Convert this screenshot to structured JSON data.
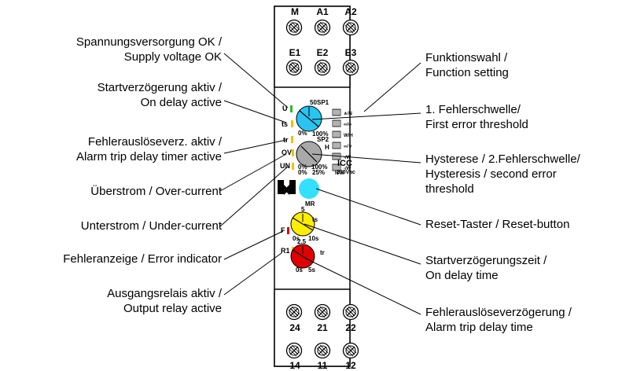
{
  "device": {
    "top_terminals_row1": [
      "M",
      "A1",
      "A2"
    ],
    "top_terminals_row2": [
      "E1",
      "E2",
      "E3"
    ],
    "bottom_terminals_row1": [
      "24",
      "21",
      "22"
    ],
    "bottom_terminals_row2": [
      "14",
      "11",
      "12"
    ],
    "knob_sp1": {
      "label": "SP1",
      "top": "50",
      "min": "0%",
      "max": "100%"
    },
    "knob_sp2": {
      "label": "SP2",
      "sub": "H",
      "min": "0%\n0%",
      "max": "100%\n25%"
    },
    "knob_ts": {
      "label": "ts",
      "top": "5",
      "min": "0s",
      "max": "10s"
    },
    "knob_tr": {
      "label": "tr",
      "top": "2.5",
      "min": "0s",
      "max": "5s"
    },
    "led_labels": {
      "U": "U",
      "ts": "ts",
      "tr": "tr",
      "OV": "OV",
      "UN": "UN",
      "F": "F",
      "R1": "R1"
    },
    "function_rows": [
      "∧/N",
      "∞/∞",
      "W/H",
      "∞/∨",
      "-/W",
      "-/W",
      "N/W"
    ],
    "model": "ICC",
    "voltage": "230Vac",
    "mr_label": "MR"
  },
  "labels_left": [
    {
      "line1": "Spannungsversorgung OK /",
      "line2": "Supply voltage OK"
    },
    {
      "line1": "Startverzögerung aktiv /",
      "line2": "On delay active"
    },
    {
      "line1": "Fehlerauslöseverz. aktiv /",
      "line2": "Alarm trip delay timer active"
    },
    {
      "line1": "Überstrom / Over-current",
      "line2": ""
    },
    {
      "line1": "Unterstrom / Under-current",
      "line2": ""
    },
    {
      "line1": "Fehleranzeige / Error indicator",
      "line2": ""
    },
    {
      "line1": "Ausgangsrelais aktiv /",
      "line2": "Output relay active"
    }
  ],
  "labels_right": [
    {
      "line1": "Funktionswahl /",
      "line2": "Function setting",
      "line3": ""
    },
    {
      "line1": "1. Fehlerschwelle/",
      "line2": "First error threshold",
      "line3": ""
    },
    {
      "line1": "Hysterese / 2.Fehlerschwelle/",
      "line2": "Hysteresis / second error",
      "line3": "threshold"
    },
    {
      "line1": "Reset-Taster / Reset-button",
      "line2": "",
      "line3": ""
    },
    {
      "line1": "Startverzögerungszeit /",
      "line2": "On delay time",
      "line3": ""
    },
    {
      "line1": "Fehlerauslöseverzögerung /",
      "line2": "Alarm trip delay time",
      "line3": ""
    }
  ],
  "colors": {
    "knob_blue": "#29c4f0",
    "knob_gray": "#a9a9a9",
    "knob_yellow": "#ffee00",
    "knob_red": "#e00000",
    "reset_cyan": "#33e0ff",
    "led_green": "#2eb82e",
    "led_yellow": "#f0c000",
    "led_red": "#e00000"
  }
}
